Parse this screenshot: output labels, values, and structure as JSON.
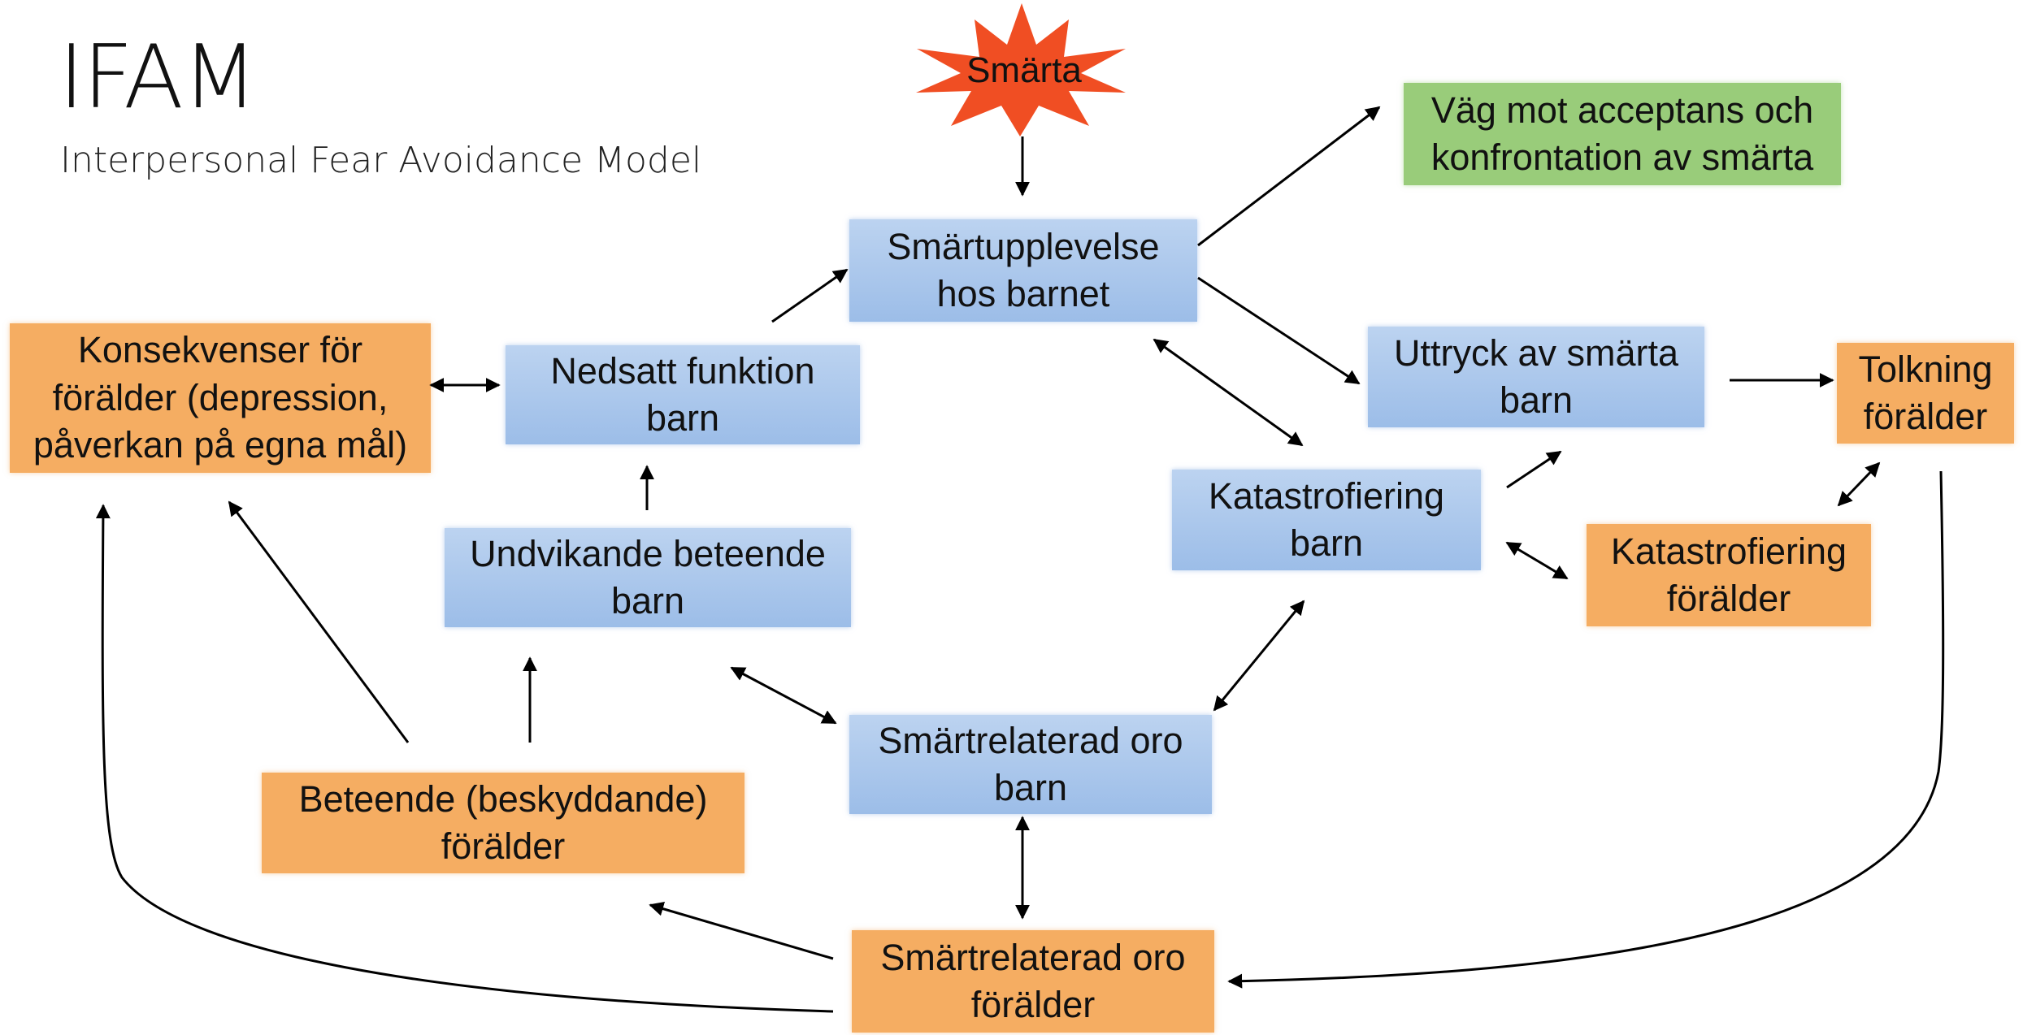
{
  "title": "IFAM",
  "subtitle": "Interpersonal Fear Avoidance Model",
  "colors": {
    "child": "#9cbde8",
    "parent": "#f5ad62",
    "outcome": "#99cc7a",
    "pain_star": "#f04e23",
    "arrow": "#000000"
  },
  "pain": {
    "label": "Smärta"
  },
  "nodes": {
    "smartupplevelse": "Smärtupplevelse\nhos barnet",
    "vag_mot_acceptans": "Väg mot acceptans och\nkonfrontation av smärta",
    "konsekvenser": "Konsekvenser för\nförälder (depression,\npåverkan på egna mål)",
    "nedsatt_funktion": "Nedsatt funktion\nbarn",
    "uttryck": "Uttryck av smärta\nbarn",
    "tolkning": "Tolkning\nförälder",
    "katastrofiering_barn": "Katastrofiering\nbarn",
    "katastrofiering_foralder": "Katastrofiering\nförälder",
    "undvikande": "Undvikande beteende\nbarn",
    "oro_barn": "Smärtrelaterad oro\nbarn",
    "beteende": "Beteende (beskyddande)\nförälder",
    "oro_foralder": "Smärtrelaterad oro\nförälder"
  }
}
